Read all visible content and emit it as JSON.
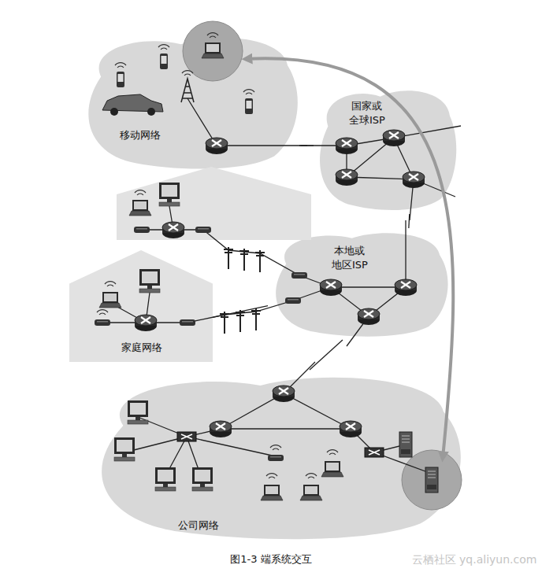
{
  "diagram": {
    "caption": "图1-3 端系统交互",
    "nodes": [
      {
        "text": [
          "移动网络"
        ]
      },
      {
        "text": [
          "国家或 全球ISP"
        ]
      },
      {
        "text": [
          "家庭网络"
        ]
      },
      {
        "text": [
          "本地或 地区ISP"
        ]
      },
      {
        "text": [
          "公司网络"
        ]
      }
    ],
    "edges": [
      {
        "from": 0,
        "to": 1,
        "arrow": "none"
      },
      {
        "from": 1,
        "to": 3,
        "arrow": "none"
      },
      {
        "from": 2,
        "to": 3,
        "arrow": "none"
      },
      {
        "from": 3,
        "to": 4,
        "arrow": "none"
      }
    ],
    "labels": [
      "云栖社区 yq.aliyun.com"
    ]
  }
}
